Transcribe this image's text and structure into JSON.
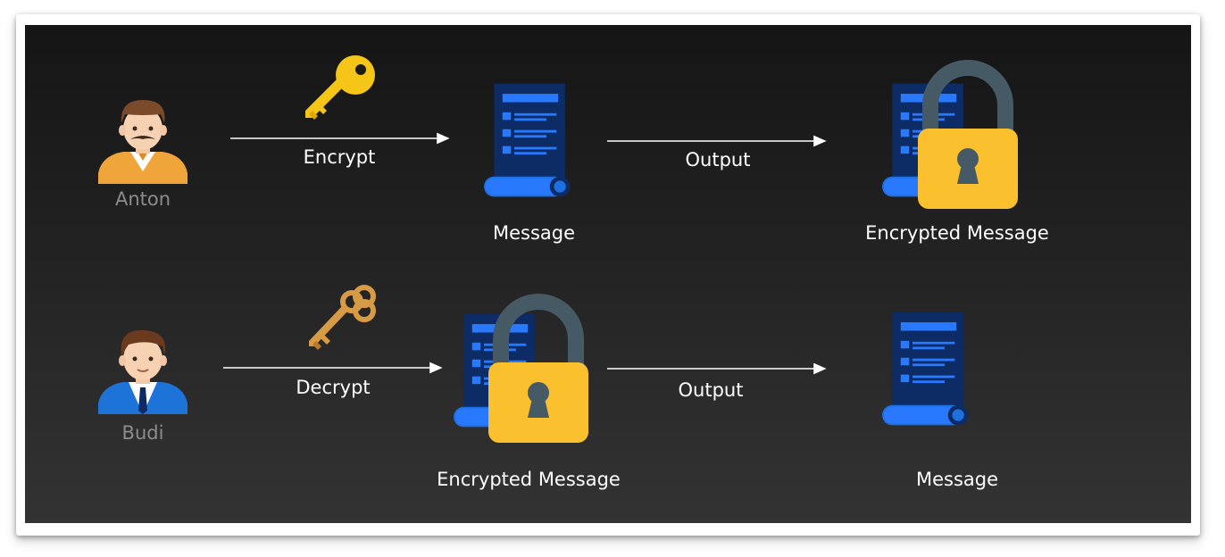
{
  "row1": {
    "person": {
      "name": "Anton",
      "icon": "man-mustache-icon"
    },
    "key": {
      "icon": "key-icon",
      "color": "#F5C518"
    },
    "action": "Encrypt",
    "input": {
      "label": "Message",
      "icon": "document-icon"
    },
    "output_label": "Output",
    "result": {
      "label": "Encrypted Message",
      "icon": "locked-document-icon"
    }
  },
  "row2": {
    "person": {
      "name": "Budi",
      "icon": "man-suit-icon"
    },
    "key": {
      "icon": "key-icon",
      "color": "#D89B45"
    },
    "action": "Decrypt",
    "input": {
      "label": "Encrypted Message",
      "icon": "locked-document-icon"
    },
    "output_label": "Output",
    "result": {
      "label": "Message",
      "icon": "document-icon"
    }
  },
  "colors": {
    "document_blue": "#1E6FE0",
    "document_dark": "#0D2C66",
    "lock_body": "#FBC02D",
    "lock_shackle": "#455A64"
  }
}
